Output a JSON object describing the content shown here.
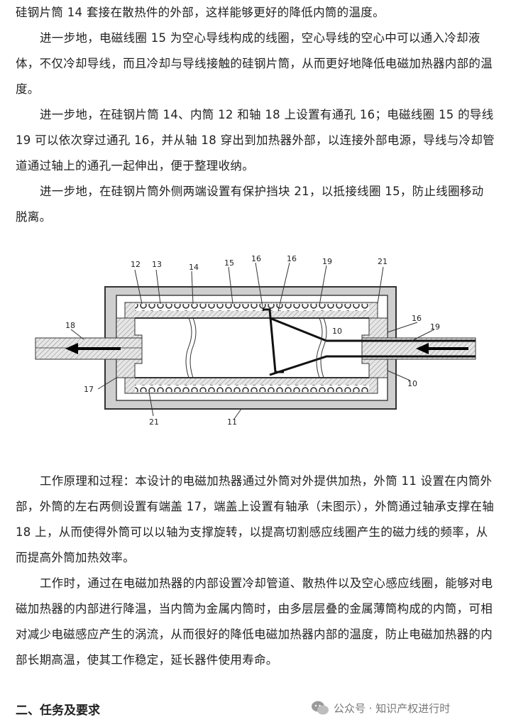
{
  "paragraphs": {
    "p0": "硅钢片筒 14 套接在散热件的外部，这样能够更好的降低内筒的温度。",
    "p1": "进一步地，电磁线圈 15 为空心导线构成的线圈，空心导线的空心中可以通入冷却液体，不仅冷却导线，而且冷却与导线接触的硅钢片筒，从而更好地降低电磁加热器内部的温度。",
    "p2": "进一步地，在硅钢片筒 14、内筒 12 和轴 18 上设置有通孔 16；电磁线圈 15 的导线 19 可以依次穿过通孔 16，并从轴 18 穿出到加热器外部，以连接外部电源，导线与冷却管道通过轴上的通孔一起伸出，便于整理收纳。",
    "p3": "进一步地，在硅钢片筒外侧两端设置有保护挡块 21，以抵接线圈 15，防止线圈移动脱离。",
    "p4": "工作原理和过程：本设计的电磁加热器通过外筒对外提供加热，外筒 11 设置在内筒外部，外筒的左右两侧设置有端盖 17，端盖上设置有轴承（未图示），外筒通过轴承支撑在轴 18 上，从而使得外筒可以以轴为支撑旋转，以提高切割感应线圈产生的磁力线的频率，从而提高外筒加热效率。",
    "p5": "工作时，通过在电磁加热器的内部设置冷却管道、散热件以及空心感应线圈，能够对电磁加热器的内部进行降温，当内筒为金属内筒时，由多层层叠的金属薄筒构成的内筒，可相对减少电磁感应产生的涡流，从而很好的降低电磁加热器内部的温度，防止电磁加热器的内部长期高温，使其工作稳定，延长器件使用寿命。"
  },
  "figure": {
    "labels": {
      "l12": "12",
      "l13": "13",
      "l14": "14",
      "l15": "15",
      "l16a": "16",
      "l16b": "16",
      "l19": "19",
      "l21": "21",
      "l18": "18",
      "l10a": "10",
      "l16c": "16",
      "l19b": "19",
      "l17": "17",
      "l21b": "21",
      "l11": "11",
      "l10b": "10"
    }
  },
  "heading": "二、任务及要求",
  "watermark": "公众号 · 知识产权进行时"
}
